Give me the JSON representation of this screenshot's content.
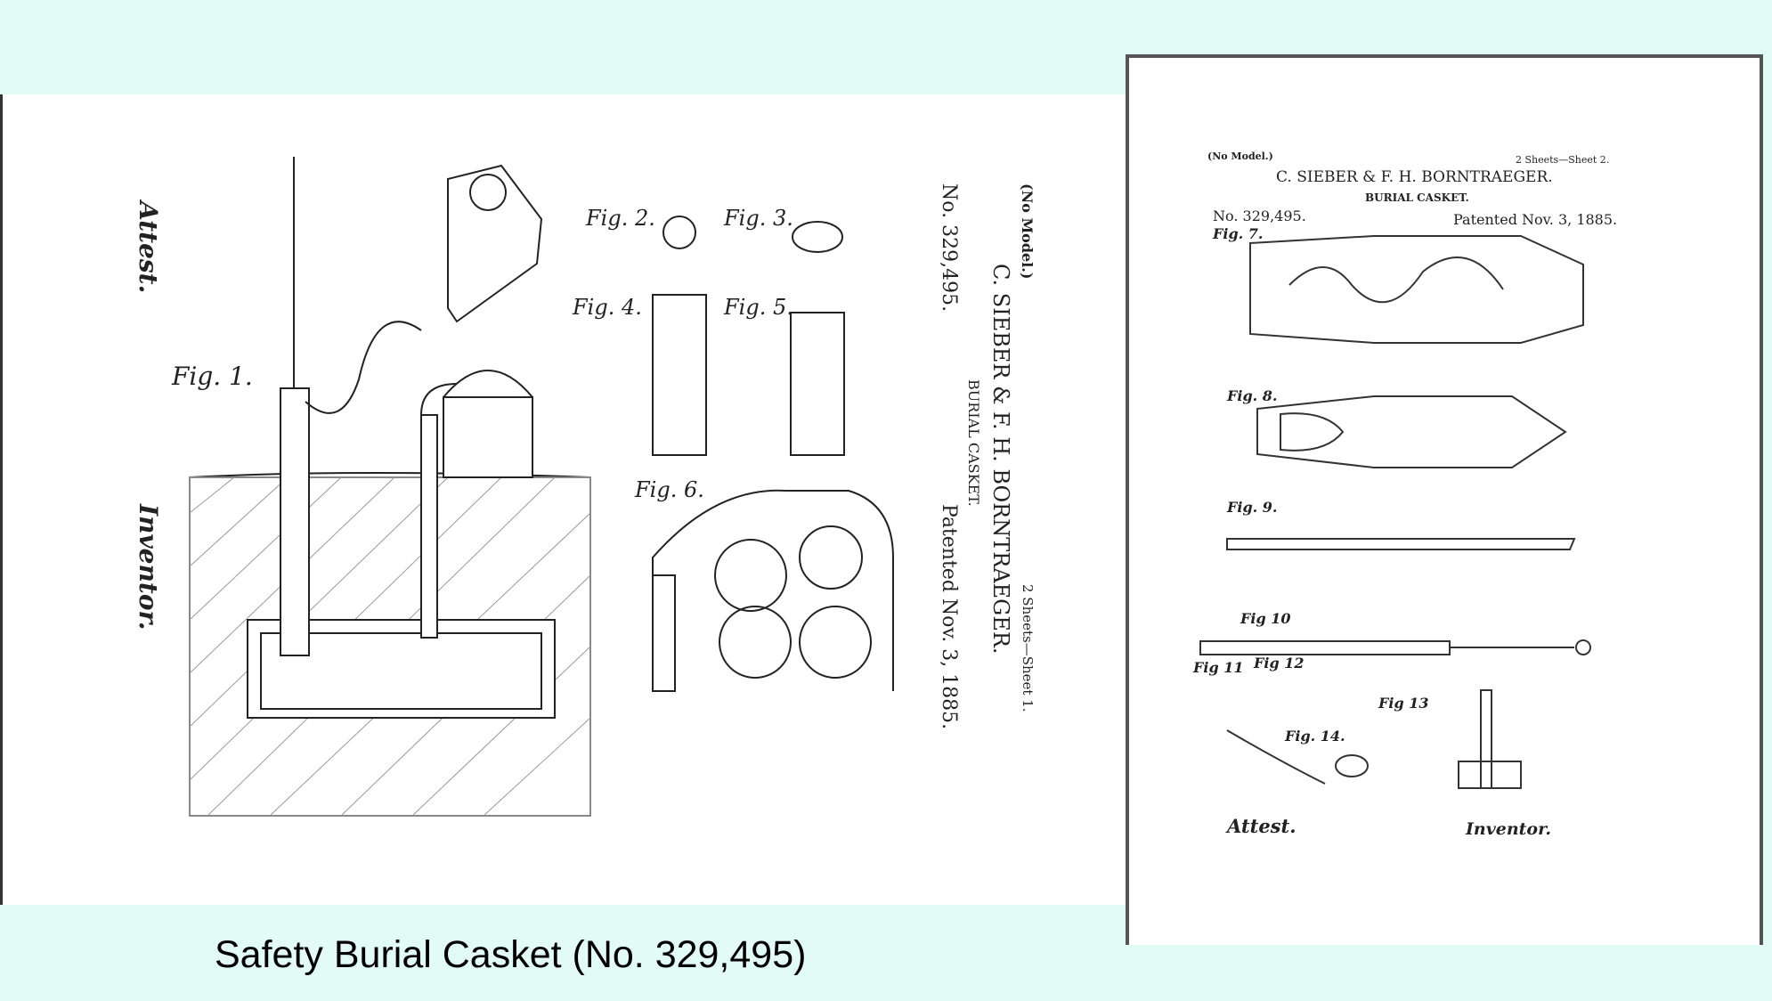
{
  "caption": "Safety Burial Casket (No. 329,495)",
  "sheet1": {
    "no_model": "(No Model.)",
    "inventors": "C. SIEBER & F. H. BORNTRAEGER.",
    "title": "BURIAL CASKET.",
    "sheets": "2 Sheets—Sheet 1.",
    "number": "No. 329,495.",
    "patented": "Patented Nov. 3, 1885.",
    "attest": "Attest.",
    "inventor_label": "Inventor.",
    "figures": [
      "Fig. 1.",
      "Fig. 2.",
      "Fig. 3.",
      "Fig. 4.",
      "Fig. 5.",
      "Fig. 6."
    ]
  },
  "sheet2": {
    "no_model": "(No Model.)",
    "sheets": "2 Sheets—Sheet 2.",
    "inventors": "C. SIEBER & F. H. BORNTRAEGER.",
    "title": "BURIAL CASKET.",
    "number": "No. 329,495.",
    "patented": "Patented Nov. 3, 1885.",
    "attest": "Attest.",
    "inventor_label": "Inventor.",
    "figures": [
      "Fig. 7.",
      "Fig. 8.",
      "Fig. 9.",
      "Fig 10",
      "Fig 11",
      "Fig 12",
      "Fig 13",
      "Fig. 14."
    ]
  }
}
